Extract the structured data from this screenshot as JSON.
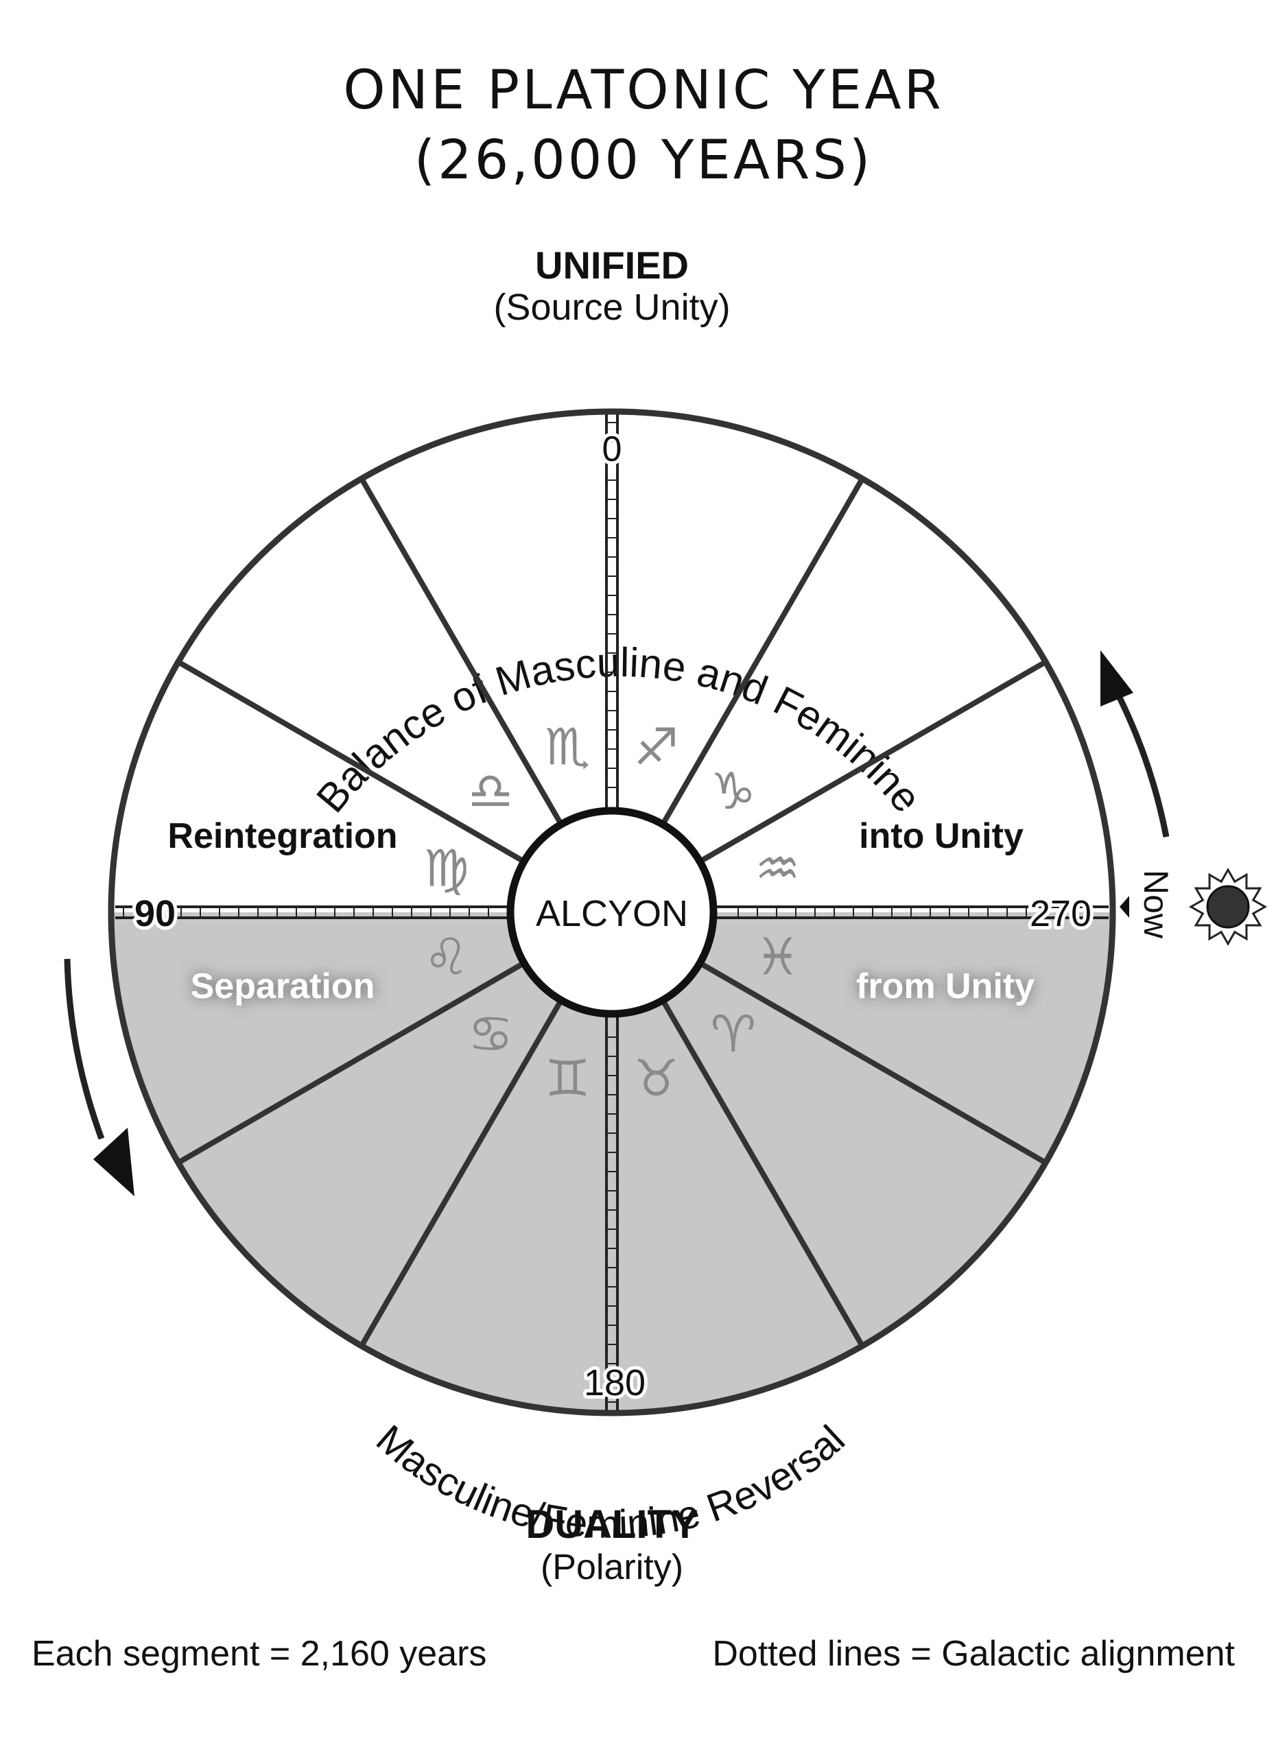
{
  "title": {
    "line1": "ONE PLATONIC YEAR",
    "line2": "(26,000 YEARS)"
  },
  "top": {
    "heading": "UNIFIED",
    "sub": "(Source Unity)"
  },
  "bottom": {
    "heading": "DUALITY",
    "sub": "(Polarity)"
  },
  "arc_text": {
    "top": "Balance of Masculine and Feminine",
    "bottom": "Masculine/Feminine Reversal"
  },
  "center": "ALCYON",
  "degrees": {
    "top": "0",
    "left": "90",
    "bottom": "180",
    "right": "270"
  },
  "phases": {
    "upper_left": "Reintegration",
    "upper_right": "into Unity",
    "lower_left": "Separation",
    "lower_right": "from Unity"
  },
  "now_label": "Now",
  "zodiac": [
    {
      "name": "scorpio-icon",
      "glyph": "♏"
    },
    {
      "name": "sagittarius-icon",
      "glyph": "♐"
    },
    {
      "name": "capricorn-icon",
      "glyph": "♑"
    },
    {
      "name": "aquarius-icon",
      "glyph": "♒"
    },
    {
      "name": "pisces-icon",
      "glyph": "♓"
    },
    {
      "name": "aries-icon",
      "glyph": "♈"
    },
    {
      "name": "taurus-icon",
      "glyph": "♉"
    },
    {
      "name": "gemini-icon",
      "glyph": "♊"
    },
    {
      "name": "cancer-icon",
      "glyph": "♋"
    },
    {
      "name": "leo-icon",
      "glyph": "♌"
    },
    {
      "name": "virgo-icon",
      "glyph": "♍"
    },
    {
      "name": "libra-icon",
      "glyph": "♎"
    }
  ],
  "footer": {
    "left": "Each segment = 2,160 years",
    "right": "Dotted lines = Galactic alignment"
  },
  "colors": {
    "line": "#333333",
    "lower_fill": "#c9c6c6",
    "glyph": "#8a8a8a",
    "text": "#111111"
  }
}
